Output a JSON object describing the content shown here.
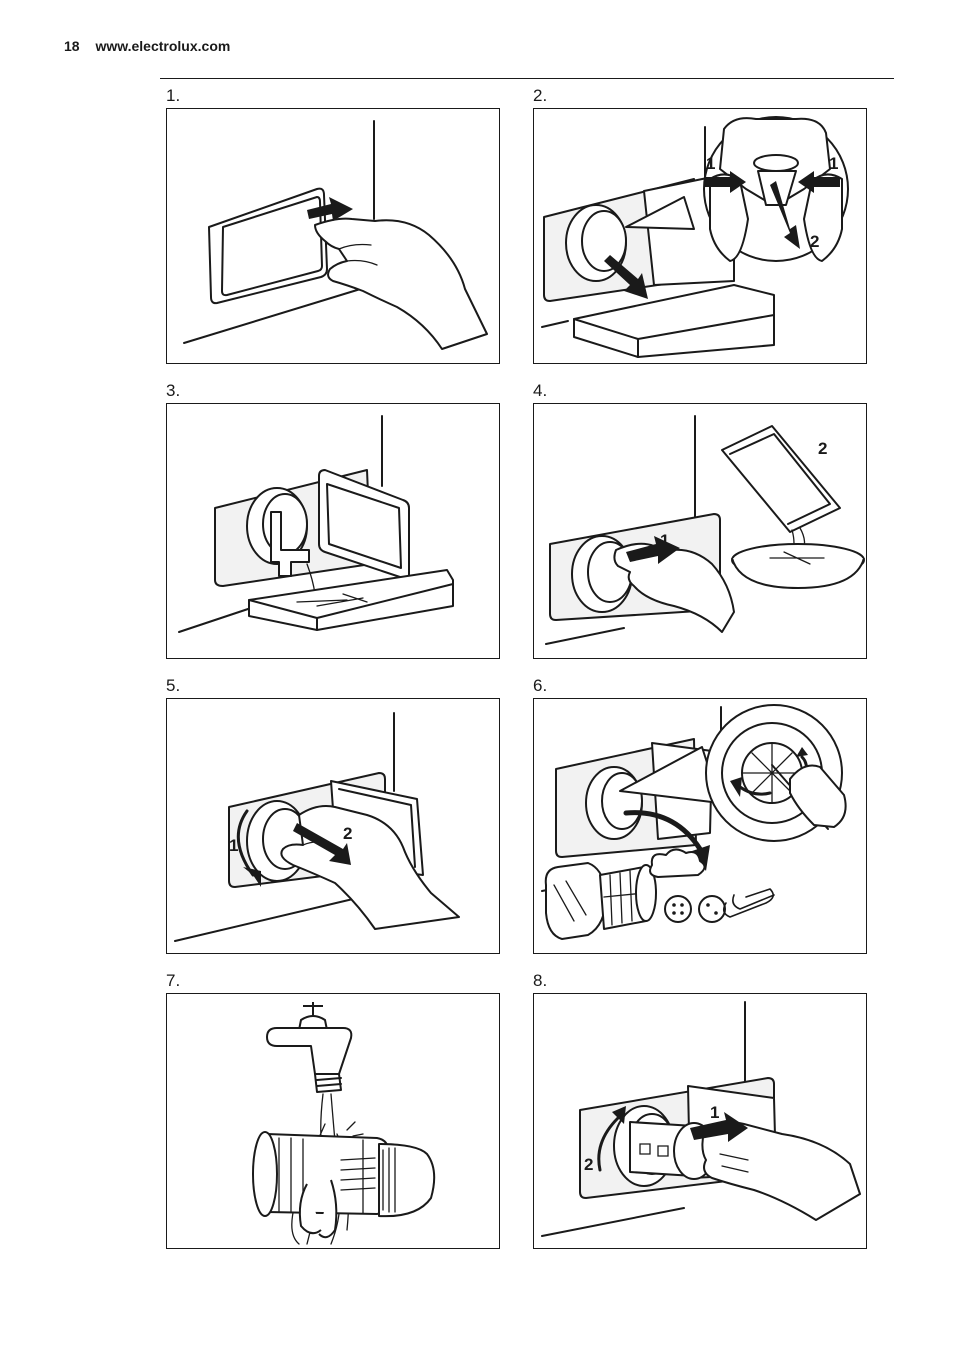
{
  "header": {
    "page_number": "18",
    "website": "www.electrolux.com"
  },
  "steps": [
    {
      "label": "1."
    },
    {
      "label": "2.",
      "callouts": [
        "1",
        "1",
        "2"
      ]
    },
    {
      "label": "3."
    },
    {
      "label": "4.",
      "callouts": [
        "1",
        "2"
      ]
    },
    {
      "label": "5.",
      "callouts": [
        "1",
        "2"
      ]
    },
    {
      "label": "6."
    },
    {
      "label": "7."
    },
    {
      "label": "8.",
      "callouts": [
        "1",
        "2"
      ]
    }
  ]
}
